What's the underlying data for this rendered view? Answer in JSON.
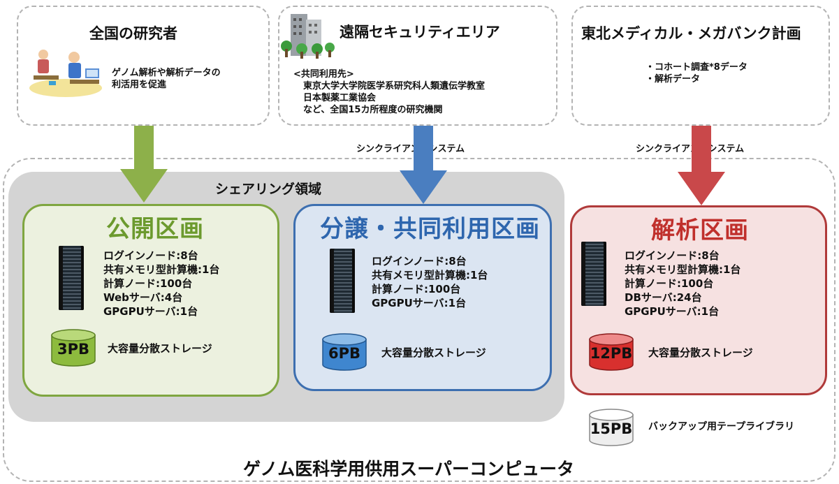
{
  "top": {
    "researchers": {
      "title": "全国の研究者",
      "desc_line1": "ゲノム解析や解析データの",
      "desc_line2": "利活用を促進"
    },
    "remote": {
      "title": "遠隔セキュリティエリア",
      "lines": [
        "<共同利用先>",
        "東京大学大学院医学系研究科人類遺伝学教室",
        "日本製薬工業協会",
        "など、全国15カ所程度の研究機関"
      ]
    },
    "tohoku": {
      "title": "東北メディカル・メガバンク計画",
      "items": [
        "・コホート調査*8データ",
        "・解析データ"
      ]
    }
  },
  "sync_label_center": "シンクライアントシステム",
  "sync_label_right": "シンクライアントシステム",
  "sharing_area_label": "シェアリング領域",
  "sections": {
    "public": {
      "title": "公開区画",
      "specs": [
        "ログインノード:8台",
        "共有メモリ型計算機:1台",
        "計算ノード:100台",
        "Webサーバ:4台",
        "GPGPUサーバ:1台"
      ],
      "storage_value": "3PB",
      "storage_label": "大容量分散ストレージ"
    },
    "shared": {
      "title": "分譲・共同利用区画",
      "specs": [
        "ログインノード:8台",
        "共有メモリ型計算機:1台",
        "計算ノード:100台",
        "GPGPUサーバ:1台"
      ],
      "storage_value": "6PB",
      "storage_label": "大容量分散ストレージ"
    },
    "analysis": {
      "title": "解析区画",
      "specs": [
        "ログインノード:8台",
        "共有メモリ型計算機:1台",
        "計算ノード:100台",
        "DBサーバ:24台",
        "GPGPUサーバ:1台"
      ],
      "storage_value": "12PB",
      "storage_label": "大容量分散ストレージ"
    }
  },
  "backup": {
    "value": "15PB",
    "label": "バックアップ用テープライブラリ"
  },
  "footer_title": "ゲノム医科学用供用スーパーコンピュータ",
  "colors": {
    "green_border": "#7fa640",
    "green_fill": "#ecf1df",
    "green_title": "#6c9a2e",
    "green_arrow": "#8db04a",
    "blue_border": "#3d6fb0",
    "blue_fill": "#dbe5f2",
    "blue_title": "#2e66ae",
    "blue_arrow": "#4a7ec0",
    "red_border": "#b03a3a",
    "red_fill": "#f6e1e1",
    "red_title": "#c0302c",
    "red_arrow": "#c9484a"
  }
}
